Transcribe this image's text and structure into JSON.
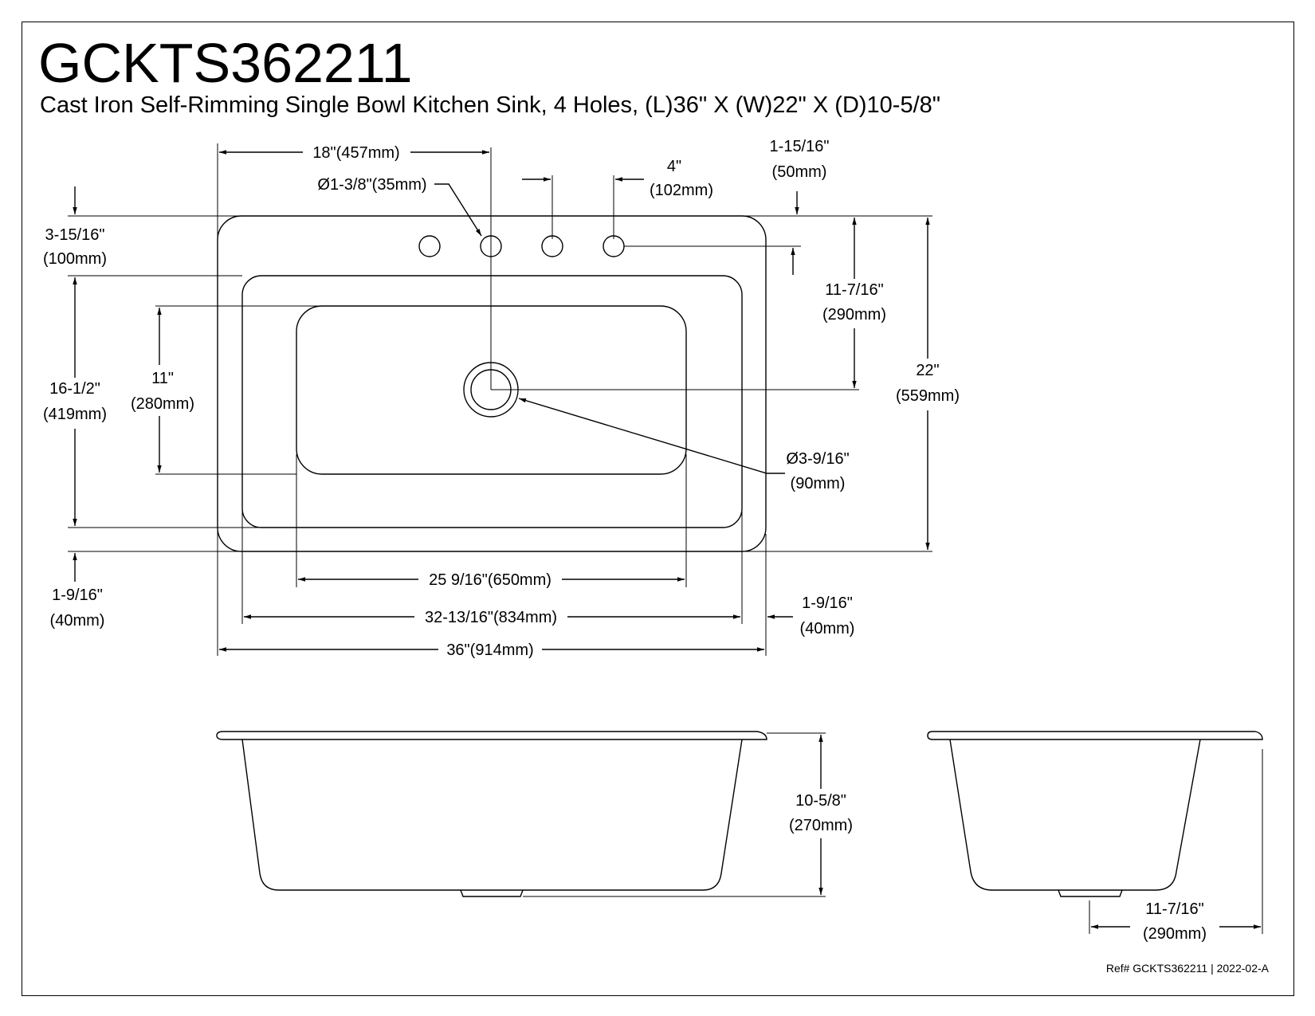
{
  "header": {
    "model": "GCKTS362211",
    "description": "Cast Iron Self-Rimming Single Bowl Kitchen Sink, 4 Holes, (L)36\" X (W)22\" X (D)10-5/8\""
  },
  "dimensions": {
    "hole_offset": "18\"(457mm)",
    "faucet_hole_diameter": "Ø1-3/8\"(35mm)",
    "hole_spacing": [
      "4\"",
      "(102mm)"
    ],
    "deck_edge": [
      "1-15/16\"",
      "(50mm)"
    ],
    "back_deck": [
      "3-15/16\"",
      "(100mm)"
    ],
    "drain_center": [
      "11-7/16\"",
      "(290mm)"
    ],
    "overall_width": [
      "22\"",
      "(559mm)"
    ],
    "bowl_top_width": [
      "16-1/2\"",
      "(419mm)"
    ],
    "bowl_bottom_width": [
      "11\"",
      "(280mm)"
    ],
    "drain_diameter": [
      "Ø3-9/16\"",
      "(90mm)"
    ],
    "front_rim": [
      "1-9/16\"",
      "(40mm)"
    ],
    "side_rim": [
      "1-9/16\"",
      "(40mm)"
    ],
    "bowl_bottom_length": "25 9/16\"(650mm)",
    "bowl_top_length": "32-13/16\"(834mm)",
    "overall_length": "36\"(914mm)",
    "depth": [
      "10-5/8\"",
      "(270mm)"
    ],
    "side_drain_offset": [
      "11-7/16\"",
      "(290mm)"
    ]
  },
  "footer": {
    "ref": "Ref# GCKTS362211 | 2022-02-A"
  }
}
